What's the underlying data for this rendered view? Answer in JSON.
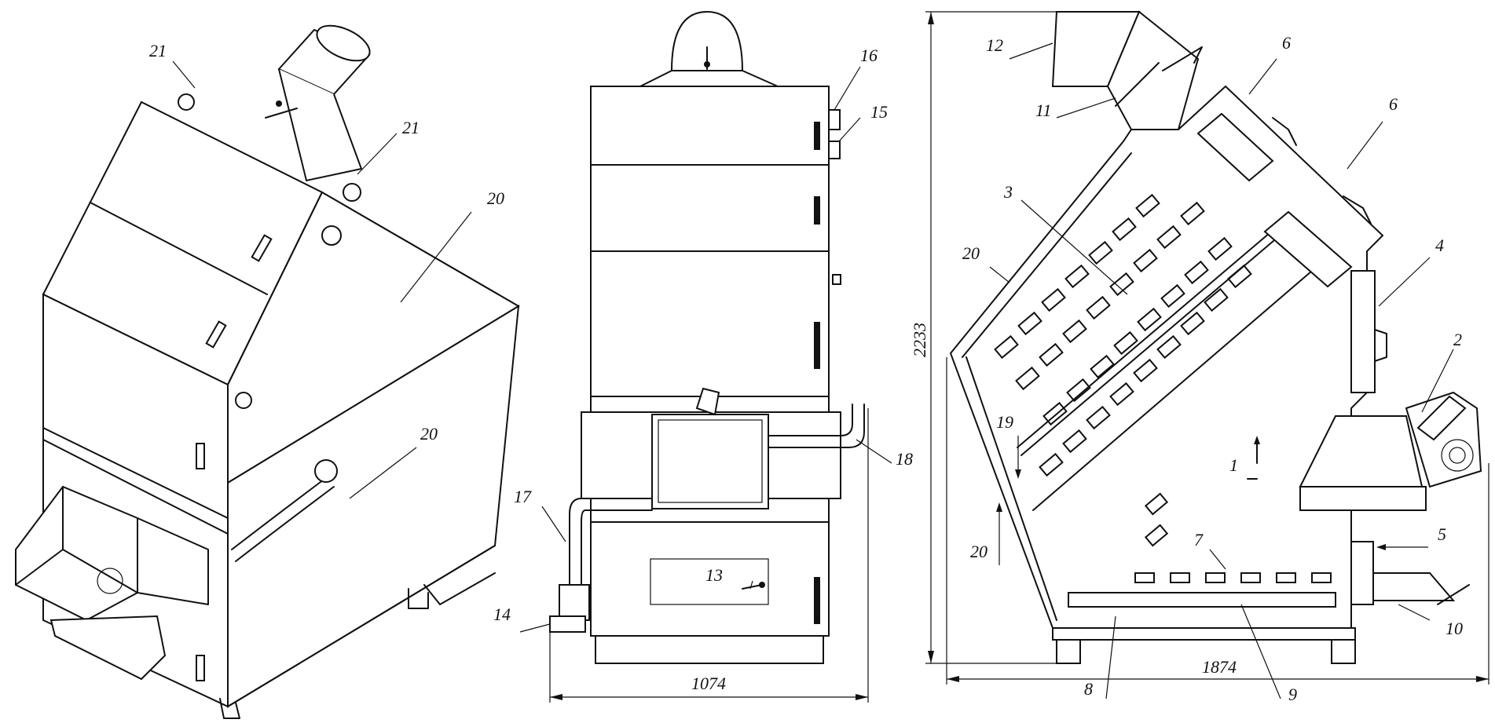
{
  "views": {
    "iso": {
      "callouts": [
        "21",
        "21",
        "20",
        "20"
      ]
    },
    "front": {
      "callouts": [
        "16",
        "15",
        "18",
        "17",
        "13",
        "14"
      ],
      "width_dim": "1074"
    },
    "side": {
      "callouts": [
        "12",
        "11",
        "6",
        "6",
        "3",
        "20",
        "4",
        "2",
        "19",
        "1",
        "20",
        "7",
        "5",
        "10",
        "8",
        "9"
      ],
      "height_dim": "2233",
      "length_dim": "1874"
    }
  },
  "colors": {
    "ink": "#111111",
    "paper": "#ffffff"
  }
}
